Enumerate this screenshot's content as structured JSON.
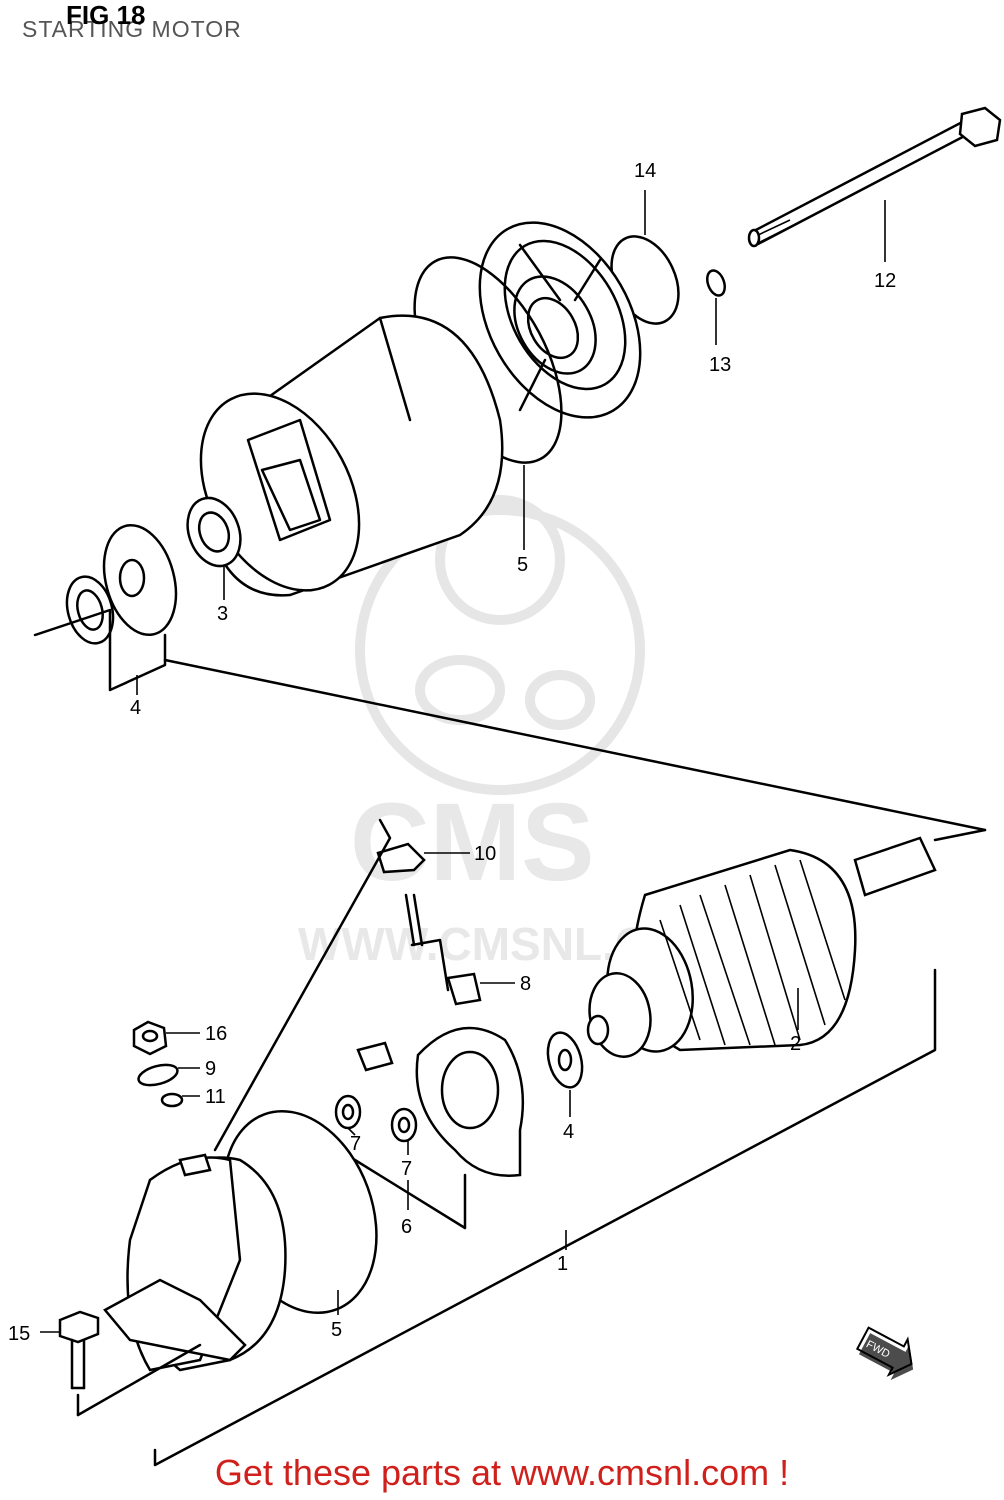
{
  "figure": {
    "title": "FIG 18",
    "subtitle": "STARTING MOTOR"
  },
  "watermark": {
    "brand": "CMS",
    "site": "WWW.CMSNL.COM"
  },
  "callouts": [
    {
      "id": "c1",
      "label": "1"
    },
    {
      "id": "c2",
      "label": "2"
    },
    {
      "id": "c3",
      "label": "3"
    },
    {
      "id": "c4a",
      "label": "4"
    },
    {
      "id": "c4b",
      "label": "4"
    },
    {
      "id": "c5a",
      "label": "5"
    },
    {
      "id": "c5b",
      "label": "5"
    },
    {
      "id": "c6",
      "label": "6"
    },
    {
      "id": "c7a",
      "label": "7"
    },
    {
      "id": "c7b",
      "label": "7"
    },
    {
      "id": "c8",
      "label": "8"
    },
    {
      "id": "c9",
      "label": "9"
    },
    {
      "id": "c10",
      "label": "10"
    },
    {
      "id": "c11",
      "label": "11"
    },
    {
      "id": "c12",
      "label": "12"
    },
    {
      "id": "c13",
      "label": "13"
    },
    {
      "id": "c14",
      "label": "14"
    },
    {
      "id": "c15",
      "label": "15"
    },
    {
      "id": "c16",
      "label": "16"
    }
  ],
  "fwd_arrow": {
    "label": "FWD"
  },
  "footer": {
    "text": "Get these parts at www.cmsnl.com !"
  }
}
